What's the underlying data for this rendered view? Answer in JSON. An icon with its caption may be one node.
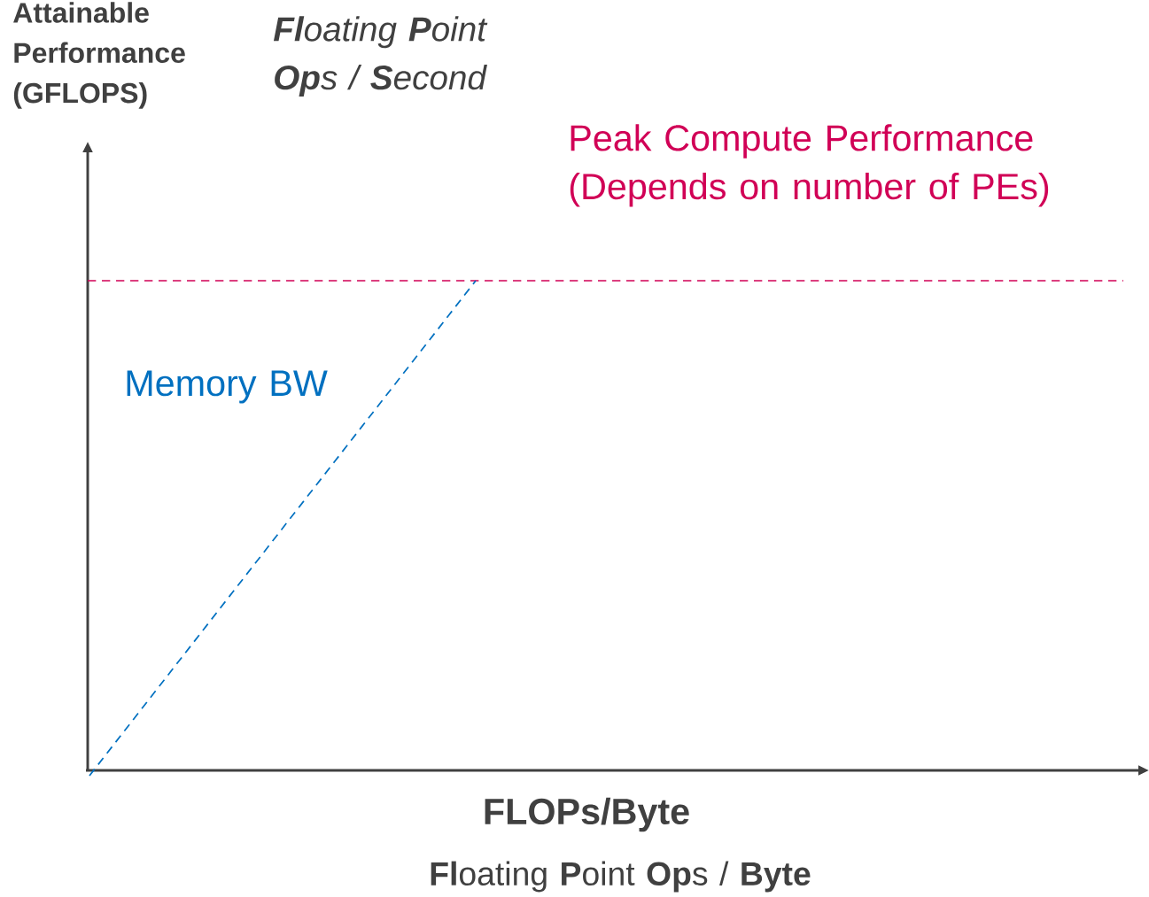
{
  "diagram": {
    "labels": [
      "Attainable Performance (GFLOPS)",
      "**Fl**oating **P**oint **Op**s / **S**econd",
      "Peak Compute Performance (Depends on number of PEs)",
      "Memory BW",
      "FLOPs/Byte",
      "**Fl**oating **P**oint **Op**s / **Byte**"
    ]
  }
}
